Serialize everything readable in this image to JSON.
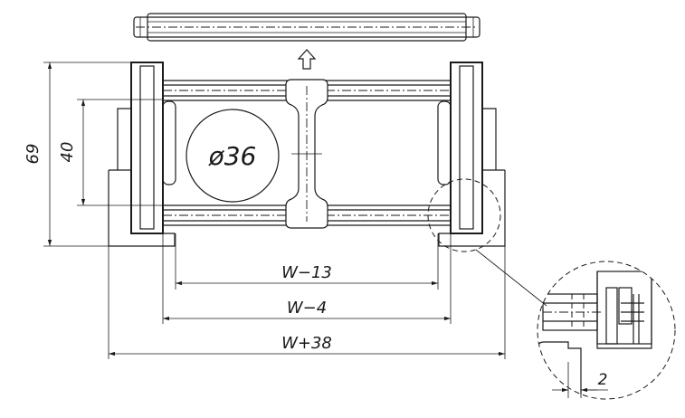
{
  "dimensions": {
    "height_total": "69",
    "height_inner": "40",
    "diameter": "ø36",
    "width_inner": "W−13",
    "width_middle": "W−4",
    "width_outer": "W+38",
    "detail_offset": "2"
  },
  "colors": {
    "line": "#1a1a1a",
    "background": "#ffffff"
  },
  "icons": {
    "lift_arrow": "up-arrow-icon"
  }
}
